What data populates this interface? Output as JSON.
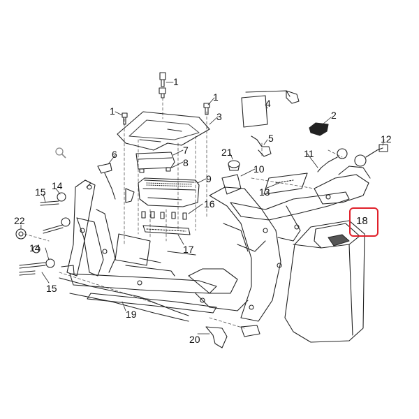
{
  "diagram": {
    "callouts": [
      {
        "id": "c1a",
        "text": "1"
      },
      {
        "id": "c1b",
        "text": "1"
      },
      {
        "id": "c1c",
        "text": "1"
      },
      {
        "id": "c2",
        "text": "2"
      },
      {
        "id": "c3",
        "text": "3"
      },
      {
        "id": "c4",
        "text": "4"
      },
      {
        "id": "c5",
        "text": "5"
      },
      {
        "id": "c6",
        "text": "6"
      },
      {
        "id": "c7",
        "text": "7"
      },
      {
        "id": "c8",
        "text": "8"
      },
      {
        "id": "c9",
        "text": "9"
      },
      {
        "id": "c10",
        "text": "10"
      },
      {
        "id": "c11",
        "text": "11"
      },
      {
        "id": "c12",
        "text": "12"
      },
      {
        "id": "c13",
        "text": "13"
      },
      {
        "id": "c14a",
        "text": "14"
      },
      {
        "id": "c14b",
        "text": "14"
      },
      {
        "id": "c15a",
        "text": "15"
      },
      {
        "id": "c15b",
        "text": "15"
      },
      {
        "id": "c16",
        "text": "16"
      },
      {
        "id": "c17",
        "text": "17"
      },
      {
        "id": "c18",
        "text": "18"
      },
      {
        "id": "c19",
        "text": "19"
      },
      {
        "id": "c20",
        "text": "20"
      },
      {
        "id": "c21",
        "text": "21"
      },
      {
        "id": "c22",
        "text": "22"
      }
    ],
    "highlighted_part": "18",
    "highlight_color": "#e0202a",
    "icons": [
      "zoom-icon"
    ]
  }
}
